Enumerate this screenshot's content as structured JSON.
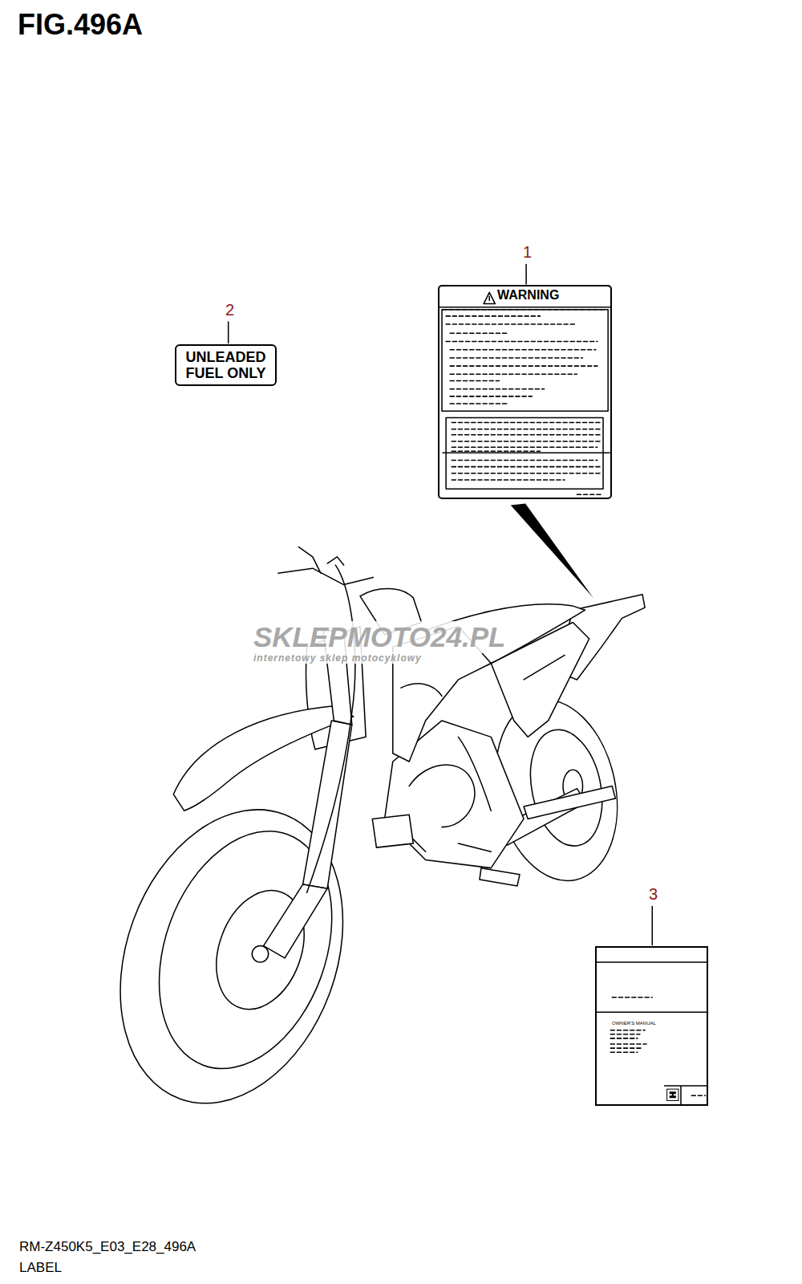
{
  "diagram": {
    "title": "FIG.496A",
    "nodes": [
      {
        "text": [
          "UNLEADED FUEL ONLY"
        ]
      },
      {
        "text": [
          "WARNING"
        ]
      },
      {
        "text": [
          "OWNER'S MANUAL"
        ]
      }
    ],
    "labels": [
      "1",
      "2",
      "3",
      "SKLEPMOTO24.PL",
      "internetowy sklep motocyklowy",
      "RM-Z450K5_E03_E28_496A",
      "LABEL"
    ]
  }
}
